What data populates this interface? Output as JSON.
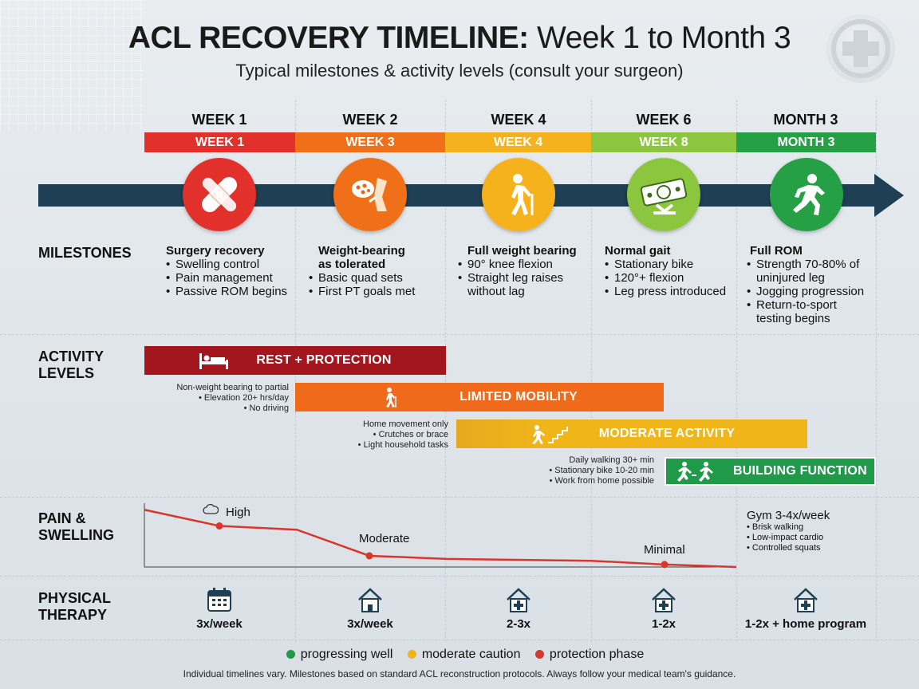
{
  "title": {
    "bold": "ACL RECOVERY TIMELINE:",
    "light": "Week 1 to Month 3"
  },
  "subtitle": "Typical milestones & activity levels (consult your surgeon)",
  "columns": [
    {
      "heading": "WEEK 1",
      "band": "WEEK 1",
      "color": "#e2302a"
    },
    {
      "heading": "WEEK 2",
      "band": "WEEK 3",
      "color": "#f07019"
    },
    {
      "heading": "WEEK 4",
      "band": "WEEK 4",
      "color": "#f5b21c"
    },
    {
      "heading": "WEEK 6",
      "band": "WEEK 8",
      "color": "#8cc63e"
    },
    {
      "heading": "MONTH 3",
      "band": "MONTH 3",
      "color": "#26a045"
    }
  ],
  "row_labels": {
    "milestones": "MILESTONES",
    "activity_1": "ACTIVITY",
    "activity_2": "LEVELS",
    "pain_1": "PAIN &",
    "pain_2": "SWELLING",
    "pt_1": "PHYSICAL",
    "pt_2": "THERAPY"
  },
  "milestones": [
    {
      "head": [
        "Surgery recovery"
      ],
      "items": [
        "Swelling control",
        "Pain management",
        "Passive ROM begins"
      ]
    },
    {
      "head": [
        "Weight-bearing",
        "as tolerated"
      ],
      "items": [
        "Basic quad sets",
        "First PT goals met"
      ]
    },
    {
      "head": [
        "Full weight bearing"
      ],
      "items": [
        "90° knee flexion",
        "Straight leg raises",
        "without lag"
      ]
    },
    {
      "head": [
        "Normal gait"
      ],
      "items": [
        "Stationary bike",
        "120°+ flexion",
        "Leg press introduced"
      ]
    },
    {
      "head": [
        "Full ROM"
      ],
      "items": [
        "Strength 70-80% of",
        "uninjured leg",
        "Jogging progression",
        "Return-to-sport",
        "testing begins"
      ]
    }
  ],
  "activity": {
    "rest": {
      "label": "REST + PROTECTION",
      "color": "#a3161e",
      "icon": "bed-icon"
    },
    "rest_notes": [
      "Non-weight bearing to partial",
      "• Elevation 20+ hrs/day",
      "• No driving"
    ],
    "limited": {
      "label": "LIMITED MOBILITY",
      "color": "#ef6a1b",
      "icon": "crutch-walker-icon"
    },
    "limited_notes": [
      "Home movement only",
      "• Crutches or brace",
      "• Light household tasks"
    ],
    "moderate": {
      "label": "MODERATE ACTIVITY",
      "color": "#f0b619",
      "icon": "stairs-climber-icon"
    },
    "moderate_notes": [
      "Daily walking 30+ min",
      "• Stationary bike 10-20 min",
      "• Work from home possible"
    ],
    "building": {
      "label": "BUILDING FUNCTION",
      "color": "#1f9a48",
      "icon": "runners-icon"
    }
  },
  "pain": {
    "high": "High",
    "moderate": "Moderate",
    "minimal": "Minimal",
    "line_color": "#d8382a",
    "levels": [
      0.92,
      0.66,
      0.6,
      0.18,
      0.13,
      0.1,
      0.04,
      0.0
    ]
  },
  "gym": {
    "head": "Gym 3-4x/week",
    "items": [
      "• Brisk walking",
      "• Low-impact cardio",
      "• Controlled squats"
    ]
  },
  "therapy": [
    "3x/week",
    "3x/week",
    "2-3x",
    "1-2x",
    "1-2x + home program"
  ],
  "legend": [
    {
      "label": "progressing well",
      "color": "#1f9a48"
    },
    {
      "label": "moderate caution",
      "color": "#f0b619"
    },
    {
      "label": "protection phase",
      "color": "#d8382a"
    }
  ],
  "footer": "Individual timelines vary. Milestones based on standard ACL reconstruction protocols. Always follow your medical team's guidance."
}
